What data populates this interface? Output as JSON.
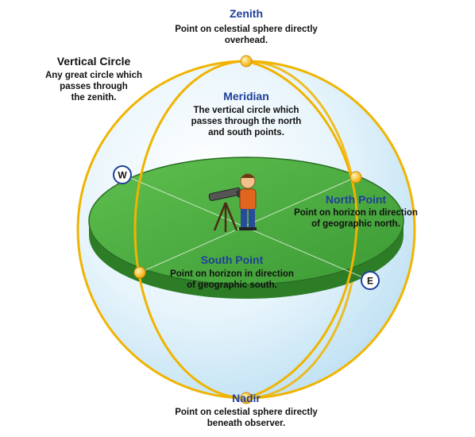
{
  "zenith": {
    "title": "Zenith",
    "desc": [
      "Point on celestial sphere directly",
      "overhead."
    ]
  },
  "vertical_circle": {
    "title": "Vertical Circle",
    "desc": [
      "Any great circle which",
      "passes through",
      "the zenith."
    ]
  },
  "meridian": {
    "title": "Meridian",
    "desc": [
      "The vertical circle which",
      "passes through the north",
      "and south points."
    ]
  },
  "north_point": {
    "title": "North Point",
    "desc": [
      "Point on horizon in direction",
      "of geographic north."
    ]
  },
  "south_point": {
    "title": "South Point",
    "desc": [
      "Point on horizon in direction",
      "of geographic south."
    ]
  },
  "nadir": {
    "title": "Nadir",
    "desc": [
      "Point on celestial sphere directly",
      "beneath observer."
    ]
  },
  "west_label": "W",
  "east_label": "E",
  "colors": {
    "sphere": "#cfe9f7",
    "sphere_edge": "#f0b400",
    "horizon_top": "#4cae3f",
    "horizon_side": "#2d7d27",
    "point": "#ffc21a",
    "title_blue": "#1f3f9a"
  }
}
